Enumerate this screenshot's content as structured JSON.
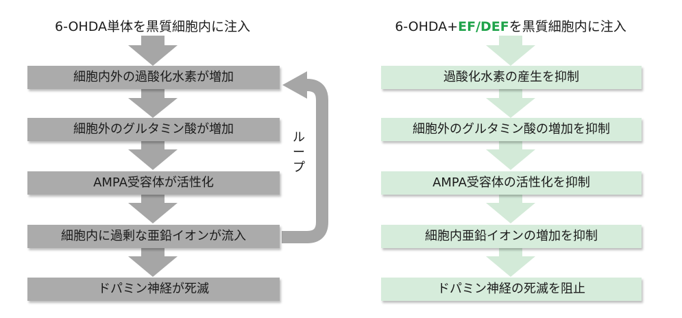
{
  "left": {
    "title": "6-OHDA単体を黒質細胞内に注入",
    "steps": [
      "細胞内外の過酸化水素が増加",
      "細胞外のグルタミン酸が増加",
      "AMPA受容体が活性化",
      "細胞内に過剰な亜鉛イオンが流入",
      "ドパミン神経が死滅"
    ],
    "loop_label": [
      "ル",
      "ー",
      "プ"
    ],
    "box_color": "#ababab",
    "arrow_color": "#a6a6a6"
  },
  "right": {
    "title_prefix": "6-OHDA+",
    "title_accent": "EF/DEF",
    "title_suffix": "を黒質細胞内に注入",
    "steps": [
      "過酸化水素の産生を抑制",
      "細胞外のグルタミン酸の増加を抑制",
      "AMPA受容体の活性化を抑制",
      "細胞内亜鉛イオンの増加を抑制",
      "ドパミン神経の死滅を阻止"
    ],
    "box_color": "#d6ecdb",
    "arrow_color": "#d3ead8",
    "accent_color": "#1fa34a"
  }
}
